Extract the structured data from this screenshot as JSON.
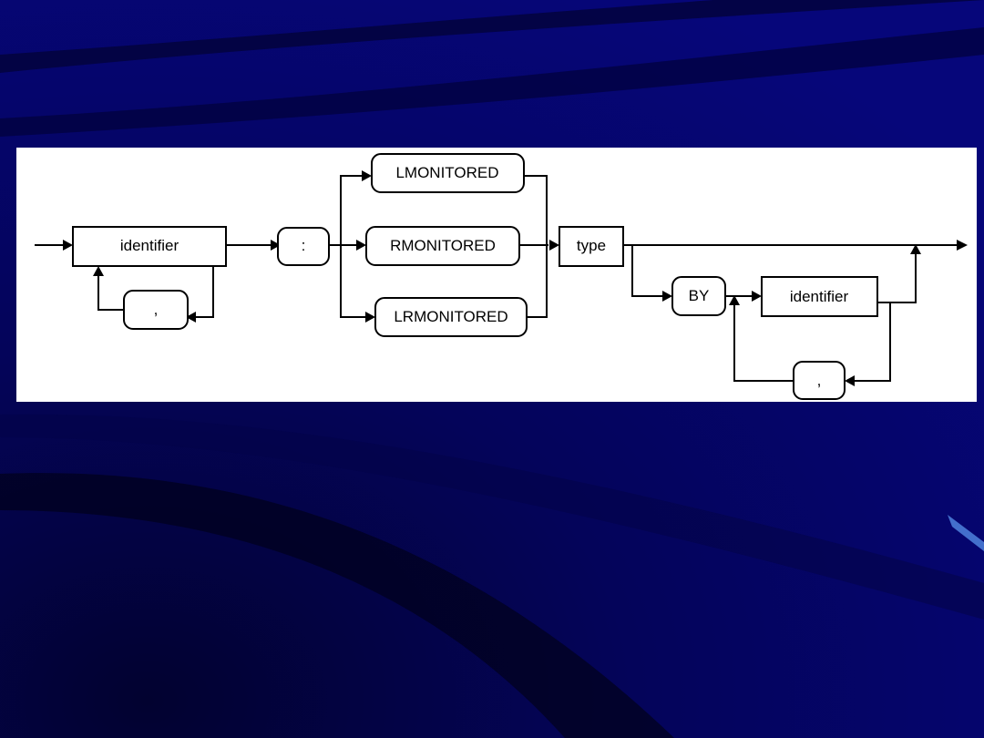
{
  "colors": {
    "background": "#05056e",
    "background_dark": "#020230",
    "panel": "#ffffff",
    "ink": "#000000"
  },
  "diagram": {
    "kind": "syntax-railroad-diagram",
    "nonterminals": {
      "identifier_1": "identifier",
      "type": "type",
      "identifier_2": "identifier"
    },
    "terminals": {
      "comma_1": ",",
      "colon": ":",
      "lmonitored": "LMONITORED",
      "rmonitored": "RMONITORED",
      "lrmonitored": "LRMONITORED",
      "by": "BY",
      "comma_2": ","
    }
  }
}
